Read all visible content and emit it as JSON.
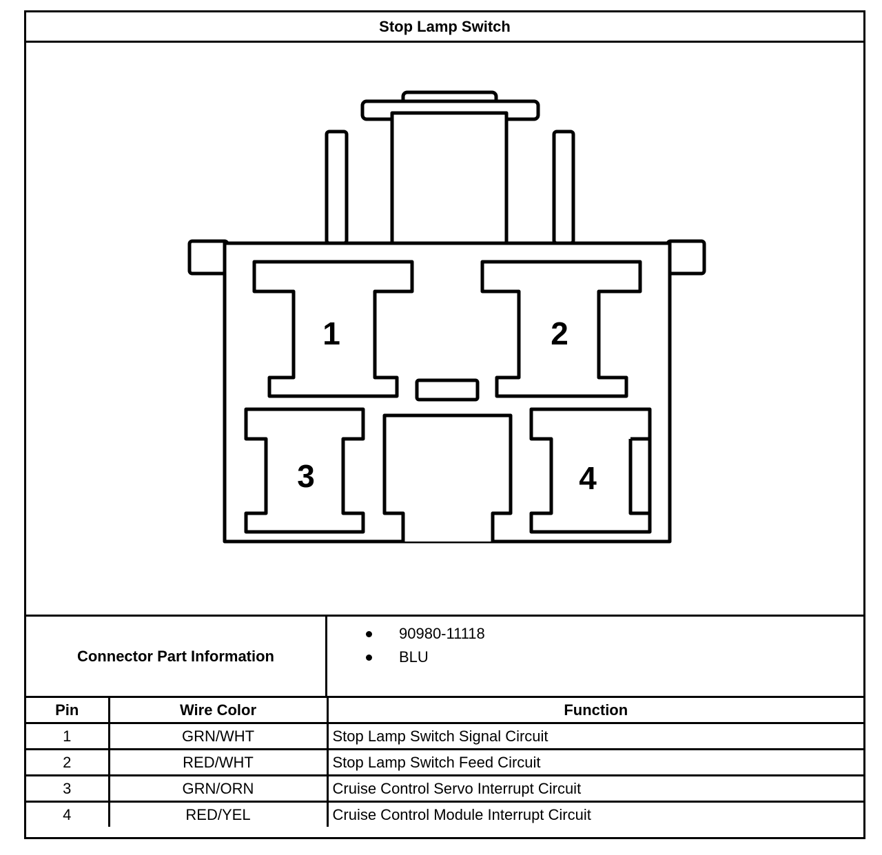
{
  "title": "Stop Lamp Switch",
  "connector": {
    "pins": [
      {
        "label": "1"
      },
      {
        "label": "2"
      },
      {
        "label": "3"
      },
      {
        "label": "4"
      }
    ]
  },
  "part_info": {
    "label": "Connector Part Information",
    "items": [
      "90980-11118",
      "BLU"
    ]
  },
  "table": {
    "headers": {
      "pin": "Pin",
      "wire_color": "Wire Color",
      "function": "Function"
    },
    "rows": [
      {
        "pin": "1",
        "wire_color": "GRN/WHT",
        "function": "Stop Lamp Switch Signal Circuit"
      },
      {
        "pin": "2",
        "wire_color": "RED/WHT",
        "function": "Stop Lamp Switch Feed Circuit"
      },
      {
        "pin": "3",
        "wire_color": "GRN/ORN",
        "function": "Cruise Control Servo Interrupt Circuit"
      },
      {
        "pin": "4",
        "wire_color": "RED/YEL",
        "function": "Cruise Control Module Interrupt Circuit"
      }
    ]
  }
}
